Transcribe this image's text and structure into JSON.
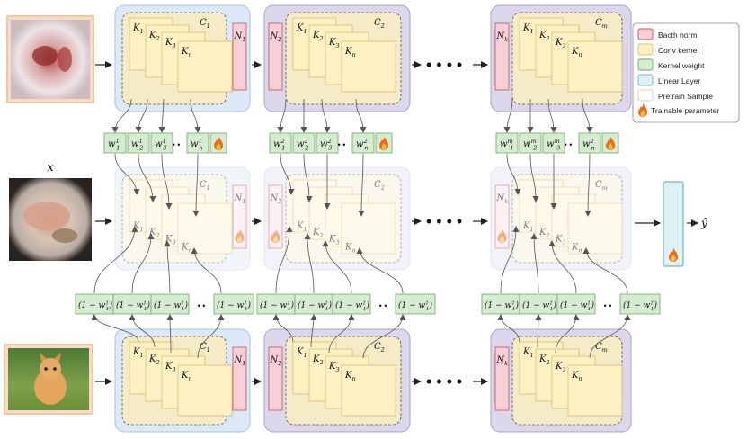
{
  "legend": {
    "items": [
      {
        "label": "Bacth norm",
        "fill": "#f8cfd6",
        "stroke": "#c05060"
      },
      {
        "label": "Conv kernel",
        "fill": "#fdf1c4",
        "stroke": "#d8c070"
      },
      {
        "label": "Kernel weight",
        "fill": "#d6ecd0",
        "stroke": "#70a868"
      },
      {
        "label": "Linear Layer",
        "fill": "#dff1f5",
        "stroke": "#78b4c4"
      },
      {
        "label": "Pretrain Sample",
        "fill": "#ffffff",
        "stroke": "#f2c9a0"
      }
    ],
    "trainable_label": "Trainable parameter"
  },
  "input_label": "x",
  "output_label": "ŷ",
  "blocks": {
    "c1": "C",
    "c1_sub": "1",
    "c2": "C",
    "c2_sub": "2",
    "cm": "C",
    "cm_sub": "m",
    "n1": "N",
    "n1_sub": "1",
    "n2": "N",
    "n2_sub": "2",
    "nk": "N",
    "nk_sub": "k"
  },
  "kernels": {
    "k1": "K",
    "k1_sub": "1",
    "k2": "K",
    "k2_sub": "2",
    "k3": "K",
    "k3_sub": "3",
    "kn": "K",
    "kn_sub": "n"
  },
  "weights_top": {
    "g1": [
      "w",
      "w",
      "w",
      "w"
    ],
    "g1_sub": [
      "1",
      "2",
      "3",
      "n"
    ],
    "g1_sup": [
      "1",
      "1",
      "1",
      "1"
    ],
    "g2_sup": [
      "2",
      "2",
      "2",
      "2"
    ],
    "gm_sup": [
      "m",
      "m",
      "m",
      "2"
    ]
  },
  "weights_bottom": {
    "text": "(1 − w",
    "sub": "1",
    "sup": "1",
    "close": ")"
  },
  "dots": "• •",
  "chain_dots": "• • • •"
}
